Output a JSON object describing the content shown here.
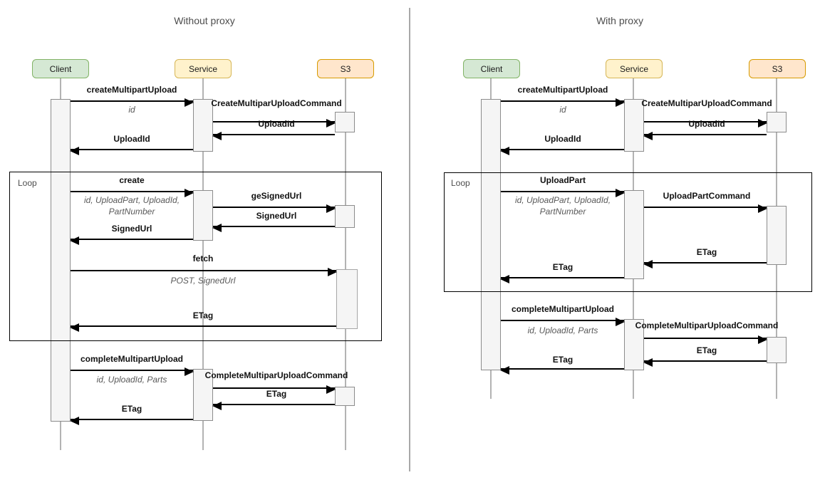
{
  "diagrams": {
    "left": {
      "title": "Without proxy",
      "actors": [
        "Client",
        "Service",
        "S3"
      ],
      "loop_label": "Loop",
      "messages": [
        {
          "label": "createMultipartUpload",
          "params": "id"
        },
        {
          "label": "CreateMultiparUploadCommand"
        },
        {
          "label": "UploadId"
        },
        {
          "label": "UploadId"
        },
        {
          "label": "create",
          "params": "id, UploadPart, UploadId,",
          "params2": "PartNumber"
        },
        {
          "label": "geSignedUrl"
        },
        {
          "label": "SignedUrl"
        },
        {
          "label": "SignedUrl"
        },
        {
          "label": "fetch",
          "params": "POST, SignedUrl"
        },
        {
          "label": "ETag"
        },
        {
          "label": "completeMultipartUpload",
          "params": "id, UploadId, Parts"
        },
        {
          "label": "CompleteMultiparUploadCommand"
        },
        {
          "label": "ETag"
        },
        {
          "label": "ETag"
        }
      ]
    },
    "right": {
      "title": "With proxy",
      "actors": [
        "Client",
        "Service",
        "S3"
      ],
      "loop_label": "Loop",
      "messages": [
        {
          "label": "createMultipartUpload",
          "params": "id"
        },
        {
          "label": "CreateMultiparUploadCommand"
        },
        {
          "label": "UploadId"
        },
        {
          "label": "UploadId"
        },
        {
          "label": "UploadPart",
          "params": "id, UploadPart, UploadId,",
          "params2": "PartNumber"
        },
        {
          "label": "UploadPartCommand"
        },
        {
          "label": "ETag"
        },
        {
          "label": "ETag"
        },
        {
          "label": "completeMultipartUpload",
          "params": "id, UploadId, Parts"
        },
        {
          "label": "CompleteMultiparUploadCommand"
        },
        {
          "label": "ETag"
        },
        {
          "label": "ETag"
        }
      ]
    }
  },
  "colors": {
    "client_fill": "#d5e8d4",
    "client_stroke": "#82b366",
    "service_fill": "#fff2cc",
    "service_stroke": "#d6b656",
    "s3_fill": "#ffe6cc",
    "s3_stroke": "#d79b00",
    "lifeline": "#b3b3b3",
    "arrow": "#000000",
    "activation_fill": "#f5f5f5",
    "activation_stroke": "#8c8c8c",
    "divider": "#a8a8a8"
  }
}
